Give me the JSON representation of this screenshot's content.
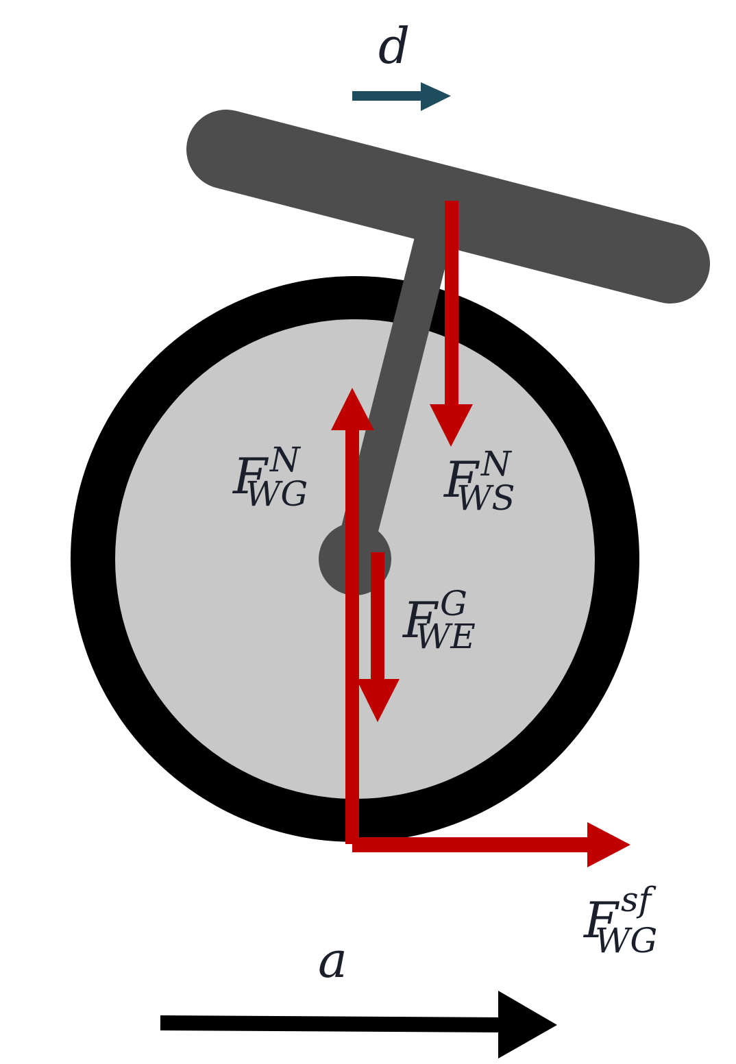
{
  "labels": {
    "d": "d",
    "a": "a",
    "f_wg_n": {
      "base": "F",
      "sup": "N",
      "sub": "WG"
    },
    "f_ws_n": {
      "base": "F",
      "sup": "N",
      "sub": "WS"
    },
    "f_we_g": {
      "base": "F",
      "sup": "G",
      "sub": "WE"
    },
    "f_wg_sf": {
      "base": "F",
      "sup": "sf",
      "sub": "WG"
    }
  },
  "colors": {
    "force": "#c00000",
    "tire": "#000000",
    "rim": "#c8c8c8",
    "frame": "#4d4d4d",
    "d_arrow": "#1e4d5e",
    "a_arrow": "#000000"
  }
}
